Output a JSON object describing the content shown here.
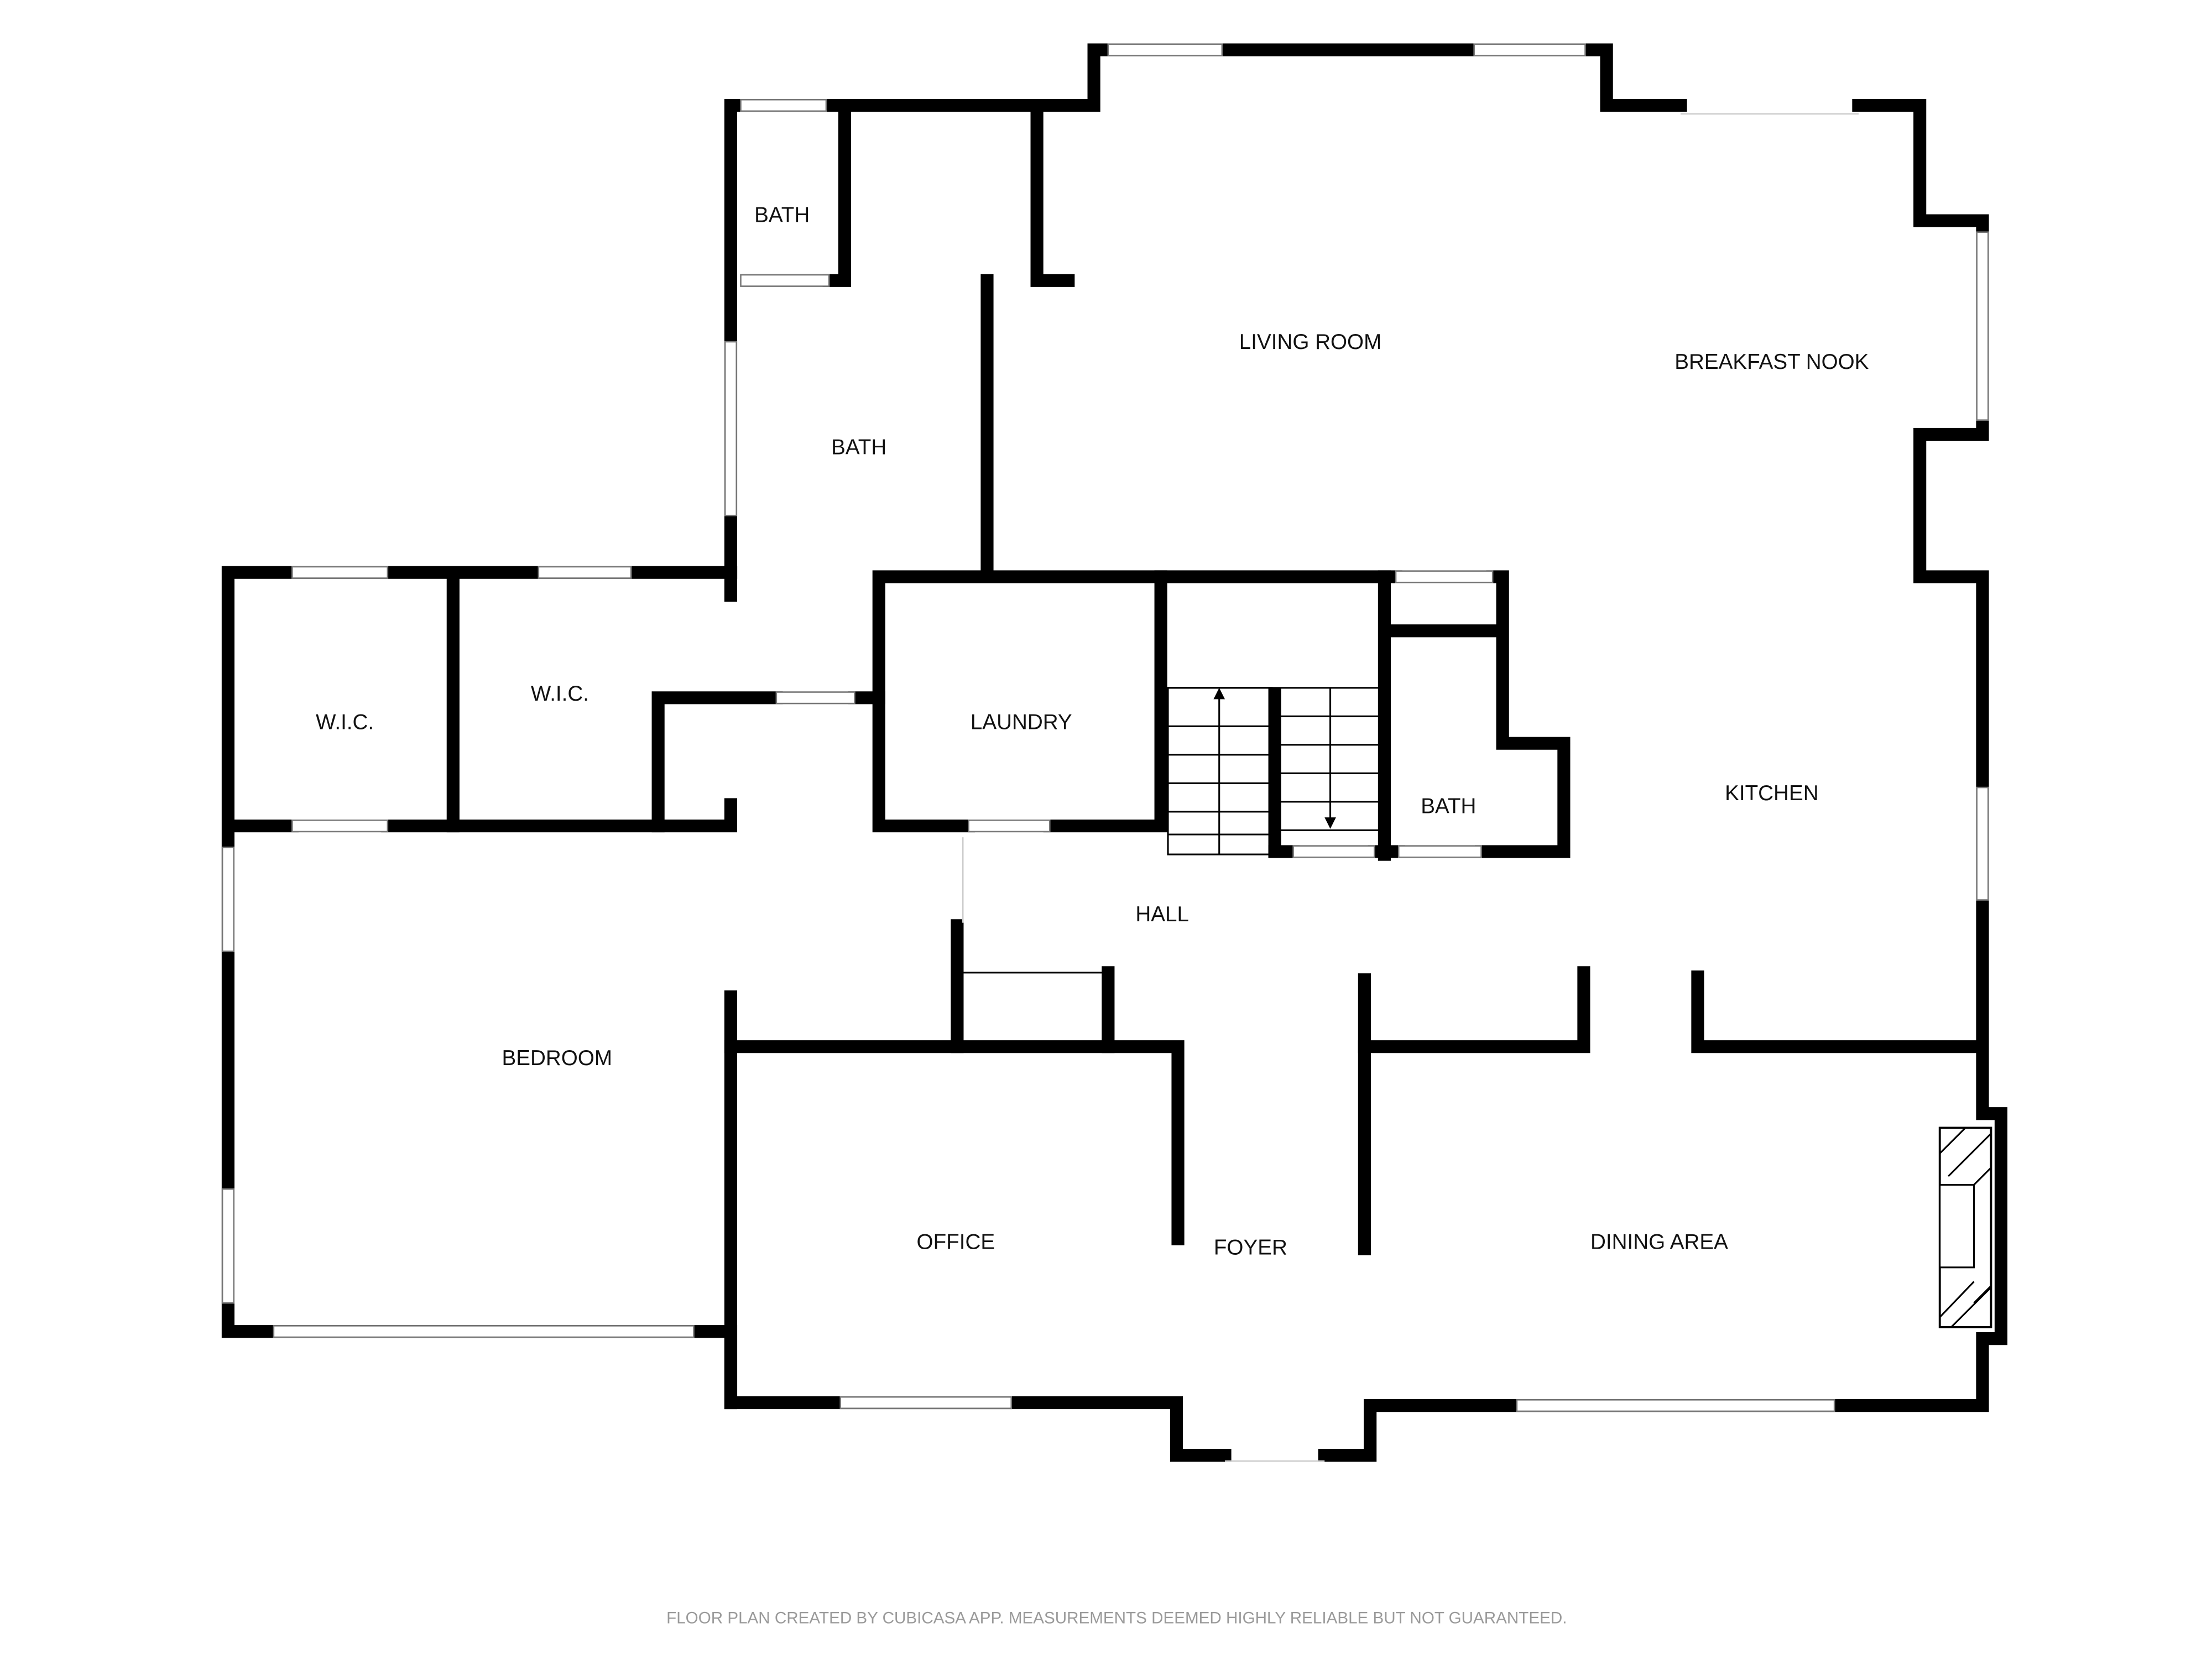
{
  "rooms": {
    "bath_small": "BATH",
    "bath_main": "BATH",
    "living_room": "LIVING ROOM",
    "breakfast_nook": "BREAKFAST NOOK",
    "wic_left": "W.I.C.",
    "wic_right": "W.I.C.",
    "laundry": "LAUNDRY",
    "bath_hall": "BATH",
    "kitchen": "KITCHEN",
    "hall": "HALL",
    "bedroom": "BEDROOM",
    "office": "OFFICE",
    "foyer": "FOYER",
    "dining_area": "DINING AREA"
  },
  "footer": "FLOOR PLAN CREATED BY CUBICASA APP. MEASUREMENTS DEEMED HIGHLY RELIABLE BUT NOT GUARANTEED."
}
